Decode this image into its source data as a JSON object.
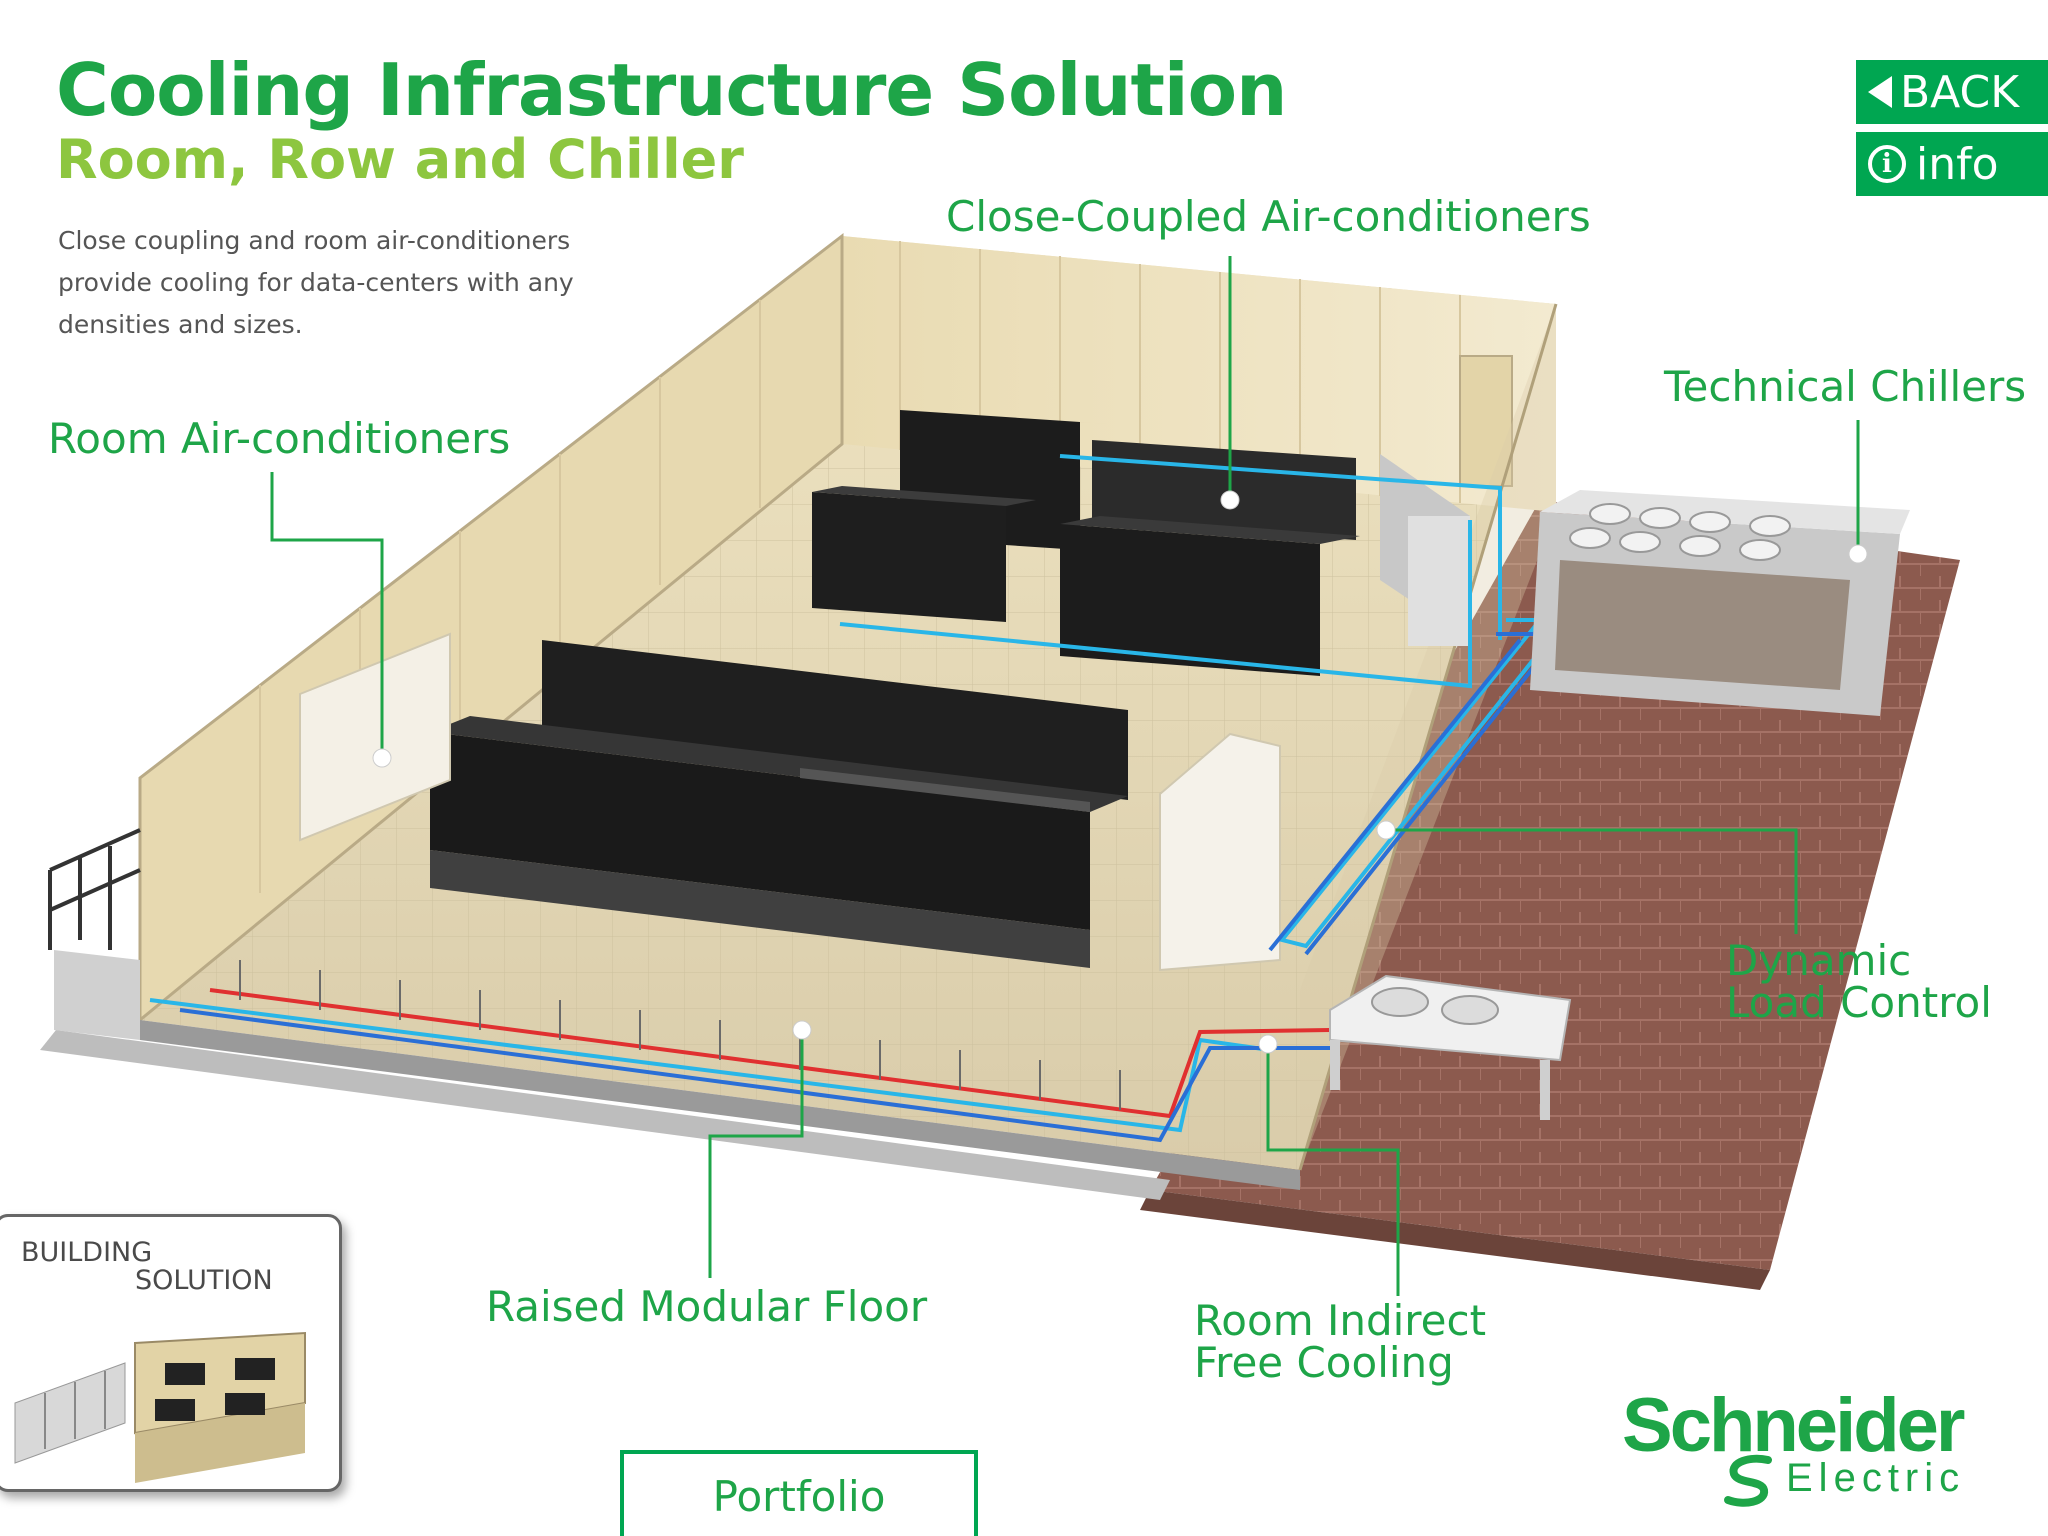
{
  "header": {
    "title": "Cooling Infrastructure Solution",
    "subtitle": "Room, Row and Chiller",
    "description": "Close coupling and room air-conditioners provide cooling for data-centers with any densities and sizes."
  },
  "nav": {
    "back_label": "BACK",
    "info_label": "info",
    "info_glyph": "i"
  },
  "hotspots": {
    "room_ac": "Room Air-conditioners",
    "close_coupled": "Close-Coupled Air-conditioners",
    "chillers": "Technical Chillers",
    "dynamic_line1": "Dynamic",
    "dynamic_line2": "Load Control",
    "raised_floor": "Raised Modular Floor",
    "free_cooling_line1": "Room Indirect",
    "free_cooling_line2": "Free Cooling"
  },
  "building_solution": {
    "line1": "BUILDING",
    "line2": "SOLUTION"
  },
  "portfolio_label": "Portfolio",
  "logo": {
    "brand": "Schneider",
    "sub": "Electric"
  },
  "colors": {
    "brand_green": "#00a651",
    "title_green": "#1ea548",
    "subtitle_green": "#8dc63f",
    "pipe_cold": "#29b6e8",
    "pipe_hot": "#e03030"
  }
}
